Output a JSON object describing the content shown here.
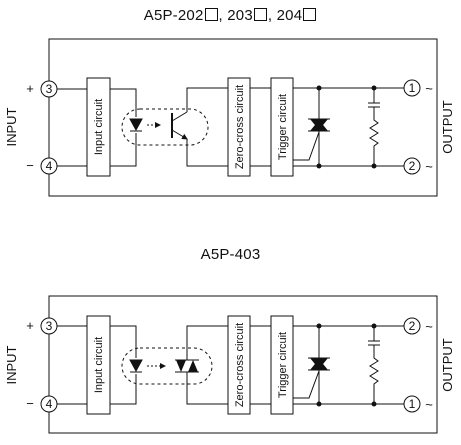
{
  "diagrams": [
    {
      "title_parts": [
        "A5P-202",
        ", 203",
        ", 204"
      ],
      "side_in": "INPUT",
      "side_out": "OUTPUT",
      "plus": "+",
      "minus": "−",
      "tilde": "~",
      "term_in_top": "3",
      "term_in_bot": "4",
      "term_out_top": "1",
      "term_out_bot": "2",
      "blocks": [
        "Input circuit",
        "Zero-cross circuit",
        "Trigger circuit"
      ]
    },
    {
      "title": "A5P-403",
      "side_in": "INPUT",
      "side_out": "OUTPUT",
      "plus": "+",
      "minus": "−",
      "tilde": "~",
      "term_in_top": "3",
      "term_in_bot": "4",
      "term_out_top": "2",
      "term_out_bot": "1",
      "blocks": [
        "Input circuit",
        "Zero-cross circuit",
        "Trigger circuit"
      ]
    }
  ]
}
